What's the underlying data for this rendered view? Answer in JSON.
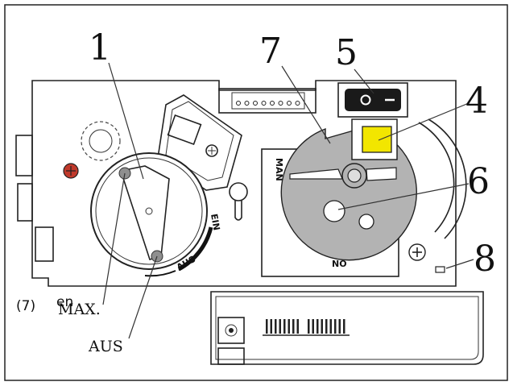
{
  "callouts": {
    "c1": "1",
    "c4": "4",
    "c5": "5",
    "c6": "6",
    "c7": "7",
    "c8": "8"
  },
  "labels": {
    "max": "MAX.",
    "aus": "AUS",
    "dial_ein": "EIN",
    "dial_aus": "AUS",
    "man": "MAN",
    "no": "NO",
    "seven_paren": "(7)",
    "en": "en"
  },
  "colors": {
    "gray_disc": "#b3b3b3",
    "yellow_button": "#f2e600",
    "red_screw": "#c0392b",
    "switch_body": "#1a1a1a"
  }
}
